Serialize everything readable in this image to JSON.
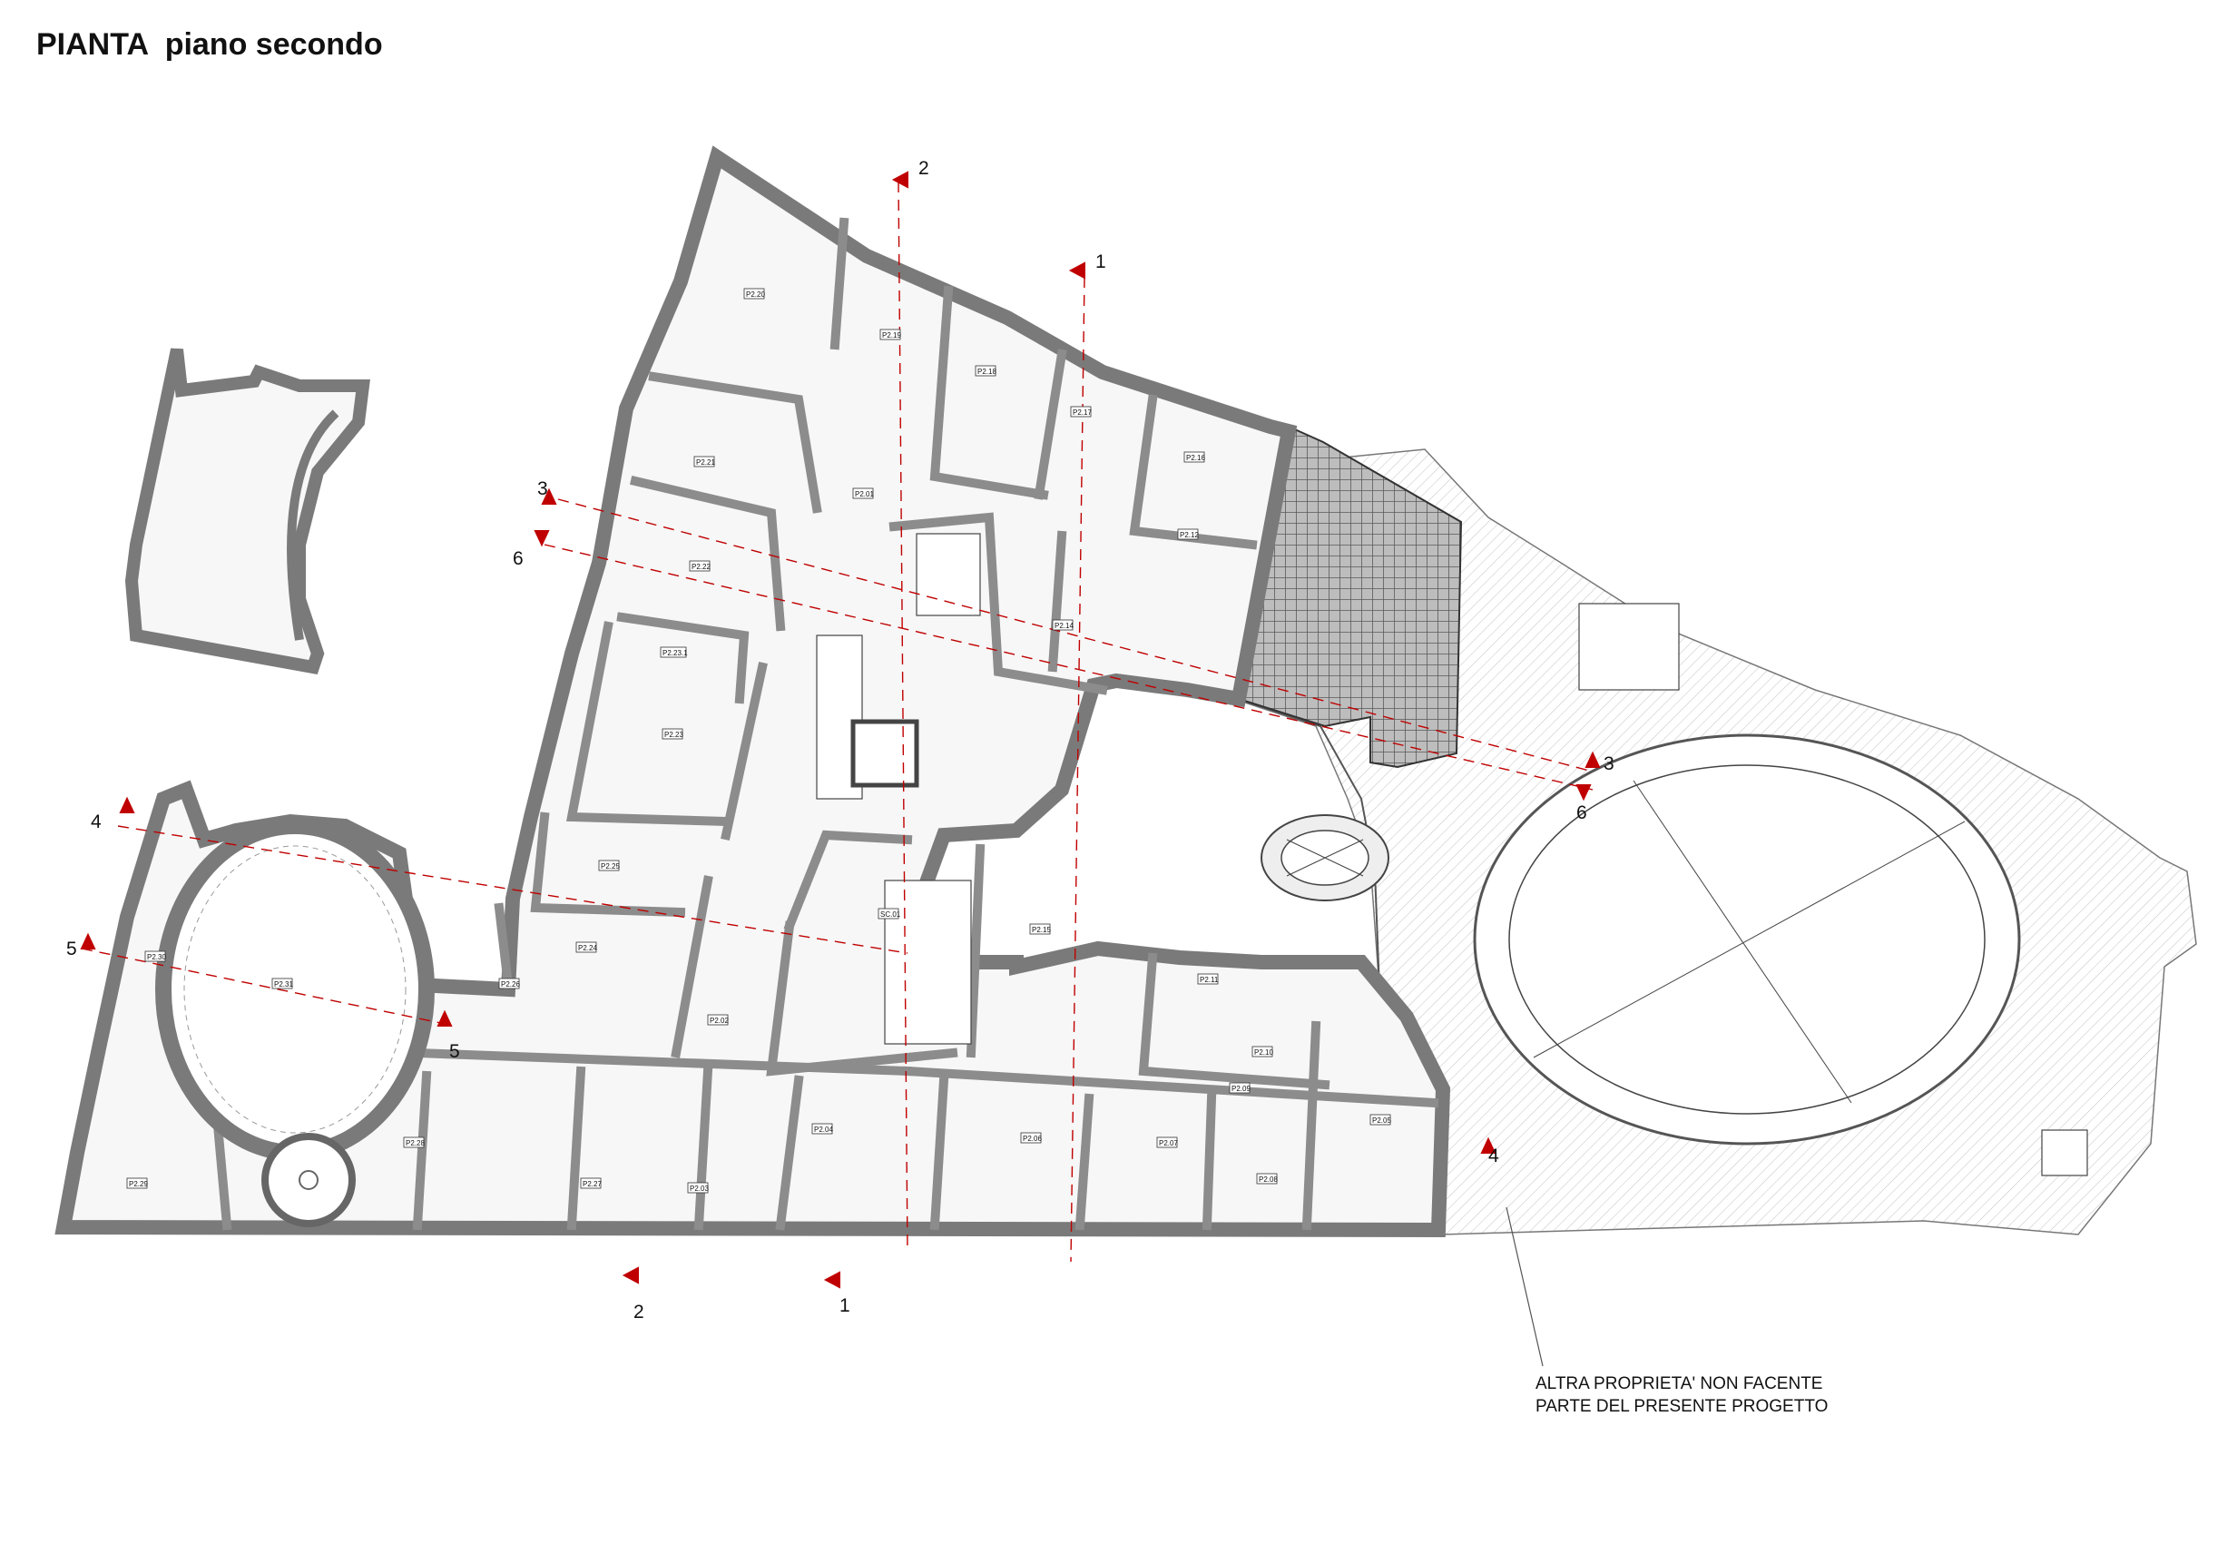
{
  "title": {
    "main": "PIANTA",
    "sub": "piano secondo"
  },
  "note": {
    "line1": "ALTRA PROPRIETA' NON FACENTE",
    "line2": "PARTE DEL PRESENTE PROGETTO"
  },
  "section_markers": {
    "s1": "1",
    "s2": "2",
    "s3": "3",
    "s4": "4",
    "s5": "5",
    "s6": "6"
  },
  "rooms": [
    "P2.20",
    "P2.19",
    "P2.18",
    "P2.17",
    "P2.16",
    "P2.21",
    "P2.22",
    "P2.01",
    "P2.14",
    "P2.23.1",
    "P2.23",
    "P2.25",
    "P2.24",
    "P2.12",
    "P2.15",
    "P2.11",
    "P2.10",
    "P2.09",
    "P2.08",
    "P2.07",
    "P2.06",
    "P2.05",
    "P2.04",
    "P2.03",
    "P2.02",
    "P2.26",
    "P2.27",
    "P2.28",
    "P2.29",
    "P2.30",
    "P2.31",
    "SC.01"
  ],
  "colors": {
    "wall": "#8c8c8c",
    "line": "#222222",
    "section": "#c00000",
    "hatch": "#b5b5b5"
  }
}
